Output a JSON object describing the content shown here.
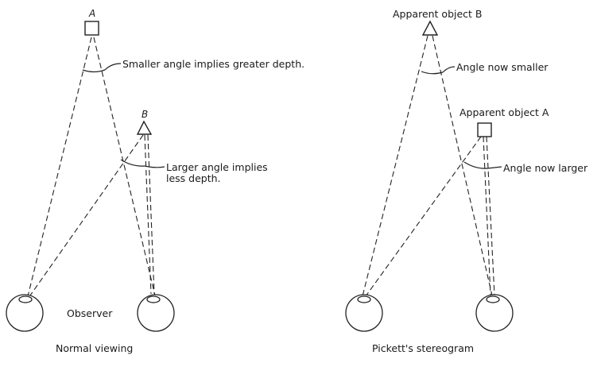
{
  "left_panel": {
    "label_a": "A",
    "label_b": "B",
    "angle_note_small": "Smaller angle implies greater depth.",
    "angle_note_large_1": "Larger angle implies",
    "angle_note_large_2": "less depth.",
    "observer_label": "Observer",
    "caption": "Normal viewing"
  },
  "right_panel": {
    "apparent_b": "Apparent object B",
    "apparent_a": "Apparent object A",
    "angle_note_small": "Angle now smaller",
    "angle_note_large": "Angle now larger",
    "caption": "Pickett's stereogram"
  },
  "icons": {
    "object_a": "square-icon",
    "object_b": "triangle-icon",
    "eye": "eyeball-icon"
  },
  "colors": {
    "ink": "#222222",
    "paper": "#ffffff"
  }
}
